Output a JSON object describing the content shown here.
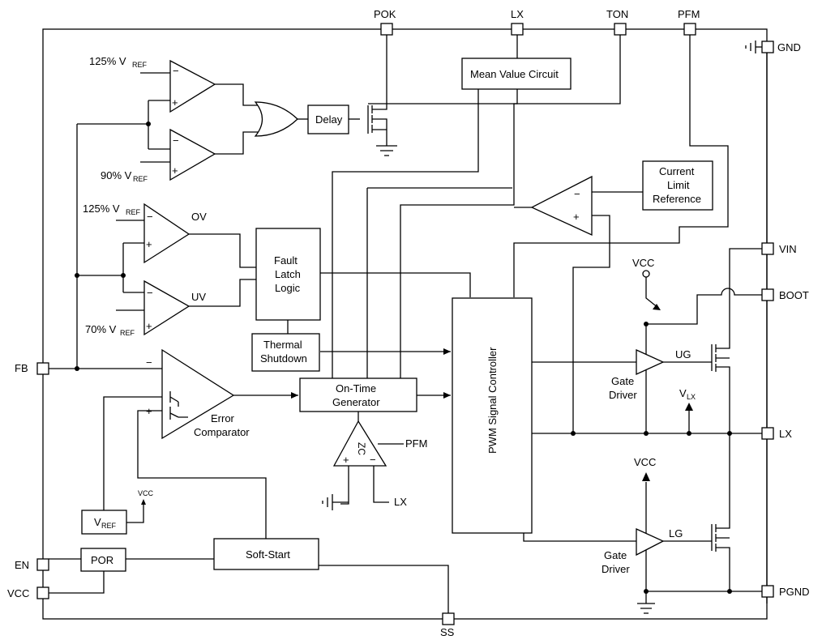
{
  "pins": {
    "pok": "POK",
    "lx_top": "LX",
    "ton": "TON",
    "pfm": "PFM",
    "gnd": "GND",
    "vin": "VIN",
    "boot": "BOOT",
    "lx": "LX",
    "pgnd": "PGND",
    "fb": "FB",
    "en": "EN",
    "vcc": "VCC",
    "ss": "SS"
  },
  "blocks": {
    "mean_value": "Mean Value Circuit",
    "delay": "Delay",
    "current_limit": [
      "Current",
      "Limit",
      "Reference"
    ],
    "fault_latch": [
      "Fault",
      "Latch",
      "Logic"
    ],
    "thermal": [
      "Thermal",
      "Shutdown"
    ],
    "on_time": [
      "On-Time",
      "Generator"
    ],
    "pwm": "PWM Signal Controller",
    "soft_start": "Soft-Start",
    "por": "POR",
    "vref_box": "V",
    "vref_sub": "REF"
  },
  "labels": {
    "ref125a": "125% V",
    "ref90": "90% V",
    "ref125b": "125% V",
    "ref70": "70% V",
    "ref_sub": "REF",
    "ov": "OV",
    "uv": "UV",
    "error_comp": [
      "Error",
      "Comparator"
    ],
    "zc": "ZC",
    "pfm_in": "PFM",
    "lx_in": "LX",
    "vcc_top": "VCC",
    "vcc_mid": "VCC",
    "vcc_small": "VCC",
    "ug": "UG",
    "lg": "LG",
    "gate_driver_1": [
      "Gate",
      "Driver"
    ],
    "gate_driver_2": [
      "Gate",
      "Driver"
    ],
    "vlx": "V",
    "vlx_sub": "LX",
    "minus": "−",
    "plus": "+"
  }
}
